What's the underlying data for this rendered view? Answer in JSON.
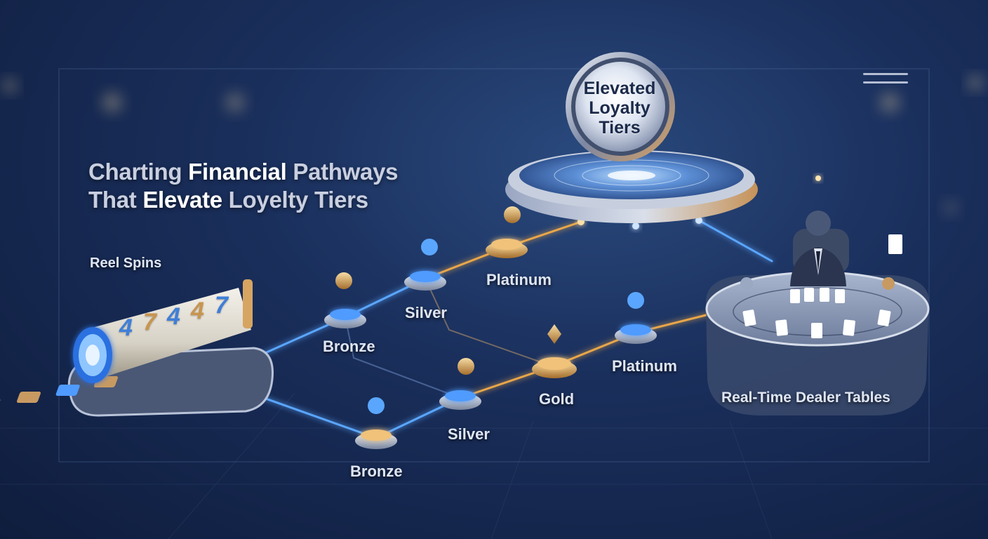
{
  "title": {
    "line1_a": "Charting ",
    "line1_b": "Financial",
    "line1_c": " Pathways",
    "line2_a": "That ",
    "line2_b": "Elevate",
    "line2_c": " Loyelty Tiers"
  },
  "orb": {
    "line1": "Elevated",
    "line2": "Loyalty",
    "line3": "Tiers"
  },
  "labels": {
    "reel_spins": "Reel Spins",
    "dealer_tables": "Real-Time Dealer Tables",
    "bronze_upper": "Bronze",
    "silver_upper": "Silver",
    "platinum_upper": "Platinum",
    "bronze_lower": "Bronze",
    "silver_lower": "Silver",
    "gold": "Gold",
    "platinum_right": "Platinum"
  },
  "slot_reel_digits": [
    "4",
    "7",
    "4",
    "4",
    "7"
  ],
  "colors": {
    "blue_glow": "#3f8cff",
    "gold_glow": "#e8a64a",
    "platform_rim": "#c8cfdc"
  }
}
